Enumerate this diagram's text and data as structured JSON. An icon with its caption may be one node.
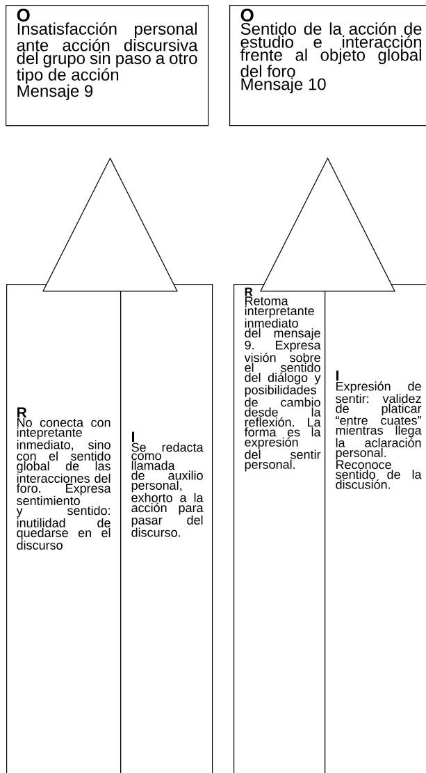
{
  "diagram": {
    "nodes": [
      {
        "text": [
          "O",
          "Insatisfacción personal ante acción discursiva del grupo sin paso a otro tipo de acción",
          "Mensaje 9"
        ]
      },
      {
        "text": [
          "O",
          "Sentido de la acción de estudio e interacción frente al objeto global del foro",
          "Mensaje 10"
        ]
      },
      {
        "text": [],
        "shape": "triangle"
      },
      {
        "text": [],
        "shape": "triangle"
      },
      {
        "text": [
          "R",
          "No conecta con intepretante inmediato, sino con el sentido global de las interacciones del foro. Expresa sentimiento y sentido: inutilidad de quedarse en el discurso"
        ]
      },
      {
        "text": [
          "I",
          "Se redacta como llamada de auxilio personal, exhorto a la acción para pasar del discurso."
        ]
      },
      {
        "text": [
          "R",
          "Retoma interpretante inmediato del mensaje 9. Expresa visión sobre el sentido del diálogo y posibilidades de cambio desde la reflexión. La forma es la expresión del sentir personal."
        ]
      },
      {
        "text": [
          "I",
          "Expresión de sentir: validez de platicar “entre cuates” mientras llega la aclaración personal. Reconoce sentido de la discusión."
        ]
      }
    ]
  }
}
